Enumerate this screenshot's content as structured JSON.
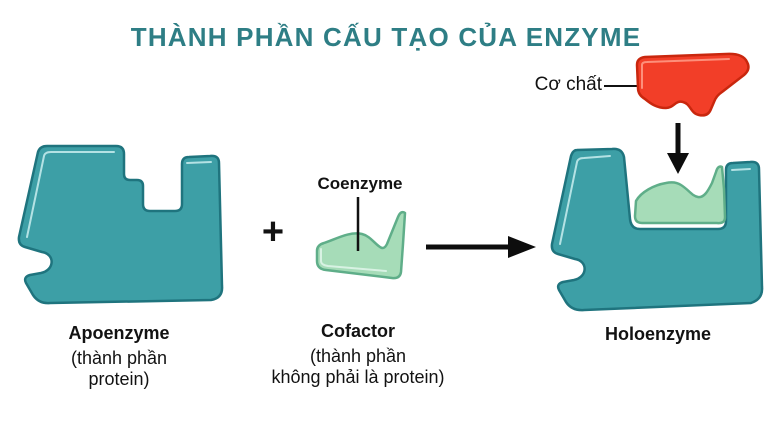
{
  "title": "THÀNH PHẦN CẤU TẠO CỦA ENZYME",
  "labels": {
    "substrate": "Cơ chất",
    "coenzyme": "Coenzyme",
    "plus": "+"
  },
  "captions": {
    "apoenzyme": {
      "name": "Apoenzyme",
      "desc1": "(thành phần",
      "desc2": "protein)"
    },
    "cofactor": {
      "name": "Cofactor",
      "desc1": "(thành phần",
      "desc2": "không phải là protein)"
    },
    "holoenzyme": {
      "name": "Holoenzyme"
    }
  },
  "icons": {
    "arrow_right": "→",
    "arrow_down": "↓"
  },
  "colors": {
    "title": "#2e7e85",
    "enzyme_fill": "#3d9fa6",
    "enzyme_edge": "#1f747e",
    "enzyme_highlight": "#c9edee",
    "coenzyme_fill": "#a6dcb8",
    "coenzyme_edge": "#5fae89",
    "coenzyme_highlight": "#e0f6ea",
    "substrate_fill": "#f23e28",
    "substrate_edge": "#c9270e",
    "substrate_highlight": "#ff9d8a",
    "arrow": "#0d0d0d",
    "text": "#121212",
    "background": "#ffffff"
  }
}
